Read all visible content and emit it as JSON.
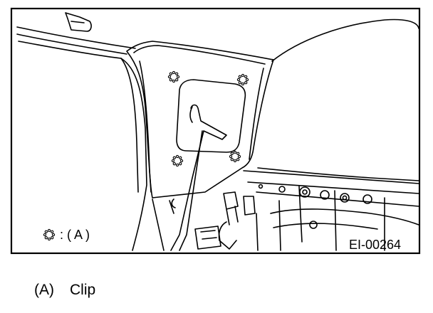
{
  "figure": {
    "legend_label": ": ( A )",
    "figure_id": "EI-00264"
  },
  "callouts": [
    {
      "id": "A",
      "key": "(A)",
      "text": "Clip"
    }
  ],
  "colors": {
    "line": "#000000",
    "background": "#ffffff"
  }
}
